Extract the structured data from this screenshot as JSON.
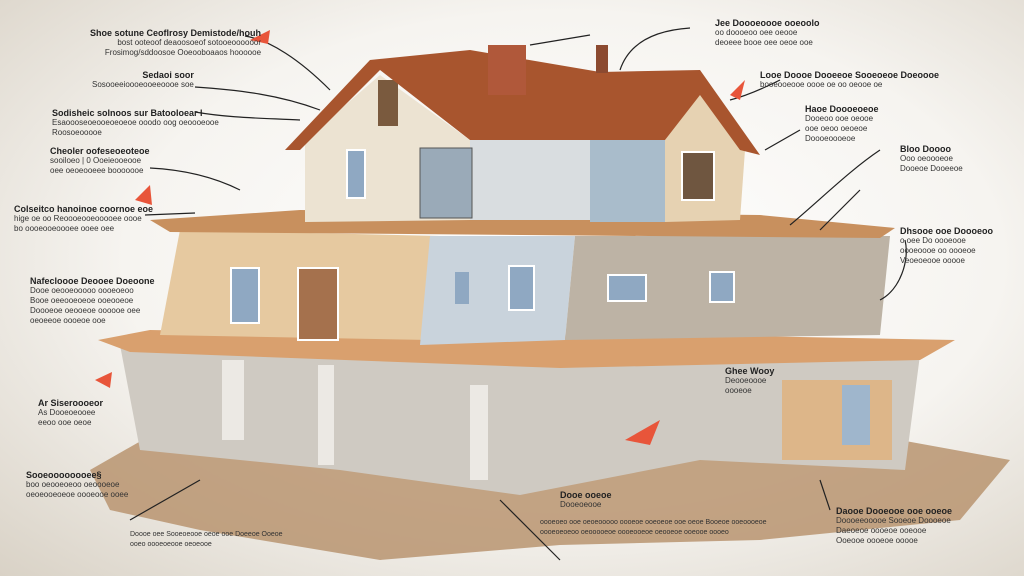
{
  "colors": {
    "roof": "#a8552e",
    "siding": "#e6d2b2",
    "wall_blue": "#a9bccb",
    "floor": "#d9a06e",
    "ground": "#b89470",
    "accent": "#e8553a",
    "line": "#222222"
  },
  "labels": [
    {
      "id": "l1",
      "title": "Shoe sotune Ceoflrosy Demistode/houh",
      "lines": [
        "bost ooteoof deaoosoeof sotooeoooooor",
        "Frosimog/sddoosoe Ooeooboaaos hoooooe"
      ]
    },
    {
      "id": "l2",
      "title": "Sedaoi soor",
      "lines": [
        "Sosooeeioooeooeeoooe soe"
      ]
    },
    {
      "id": "l3",
      "title": "Sodisheic solnoos sur Batooloear l",
      "lines": [
        "Esaoooseoeooeoeoeoe ooodo oog oeoooeooe",
        "Roosoeooooe"
      ]
    },
    {
      "id": "l4",
      "title": "Cheoler oofeseoeoteoe",
      "lines": [
        "sooiloeo | 0 Ooeieooeooe",
        "oee oeoeooeee booooooe"
      ]
    },
    {
      "id": "l5",
      "title": "Colseitco hanoinoe coornoe eoe",
      "lines": [
        "hige oe oo Reoooeooeooooee oooe",
        "bo oooeooeoooee ooee oee"
      ]
    },
    {
      "id": "l6",
      "title": "Nafecloooe Deooee Doeoone",
      "lines": [
        "Dooe oeooeooooo oooeoeoo",
        "Booe oeeooeoeoe ooeooeoe",
        "Doooeoe oeooeoe oooooe oee",
        "oeoeeoe oooeoe ooe"
      ]
    },
    {
      "id": "l7",
      "title": "Ar Siseroooeor",
      "lines": [
        "As Dooeoeooee",
        "eeoo ooe oeoe"
      ]
    },
    {
      "id": "l8",
      "title": "Sooeoooooooee§",
      "lines": [
        "boo oeooeoeoo oeoooeoe",
        "oeoeooeoeoe oooeooe ooee"
      ]
    },
    {
      "id": "l9",
      "title": "Jee Doooeoooe ooeoolo",
      "lines": [
        "oo doooeoo oee oeooe",
        "deoeee booe oee oeoe ooe"
      ]
    },
    {
      "id": "l10",
      "title": "Looe Doooe Dooeeoe Sooeoeoe Doeoooe",
      "lines": [
        "booeooeooe oooe oe oo oeooe oe"
      ]
    },
    {
      "id": "l11",
      "title": "Haoe Doooeoeoe",
      "lines": [
        "Dooeoo ooe oeooe",
        "ooe oeoo oeoeoe",
        "Doooeoooeoe"
      ]
    },
    {
      "id": "l12",
      "title": "Bloo Doooo",
      "lines": [
        "Ooo oeoooeoe",
        "Dooeoe Dooeeoe"
      ]
    },
    {
      "id": "l13",
      "title": "Dhsooe ooe Doooeoo",
      "lines": [
        "o oee Do oooeooe",
        "oooeoooe oo oooeoe",
        "Veoeoeooe ooooe"
      ]
    },
    {
      "id": "l14",
      "title": "Daooe Dooeooe ooe ooeoe",
      "lines": [
        "Doooeeooooe Sooeoe Doooeoe",
        "Daeoeoe oooeoe ooeooe",
        "Ooeooe oooeoe ooooe"
      ]
    },
    {
      "id": "l15",
      "title": "Dooe ooeoe",
      "lines": [
        "Dooeoeooe"
      ]
    },
    {
      "id": "l16",
      "title": "Ghee Wooy",
      "lines": [
        "Deooeoooe",
        "oooeoe"
      ]
    },
    {
      "id": "l17",
      "title": "",
      "lines": [
        "oooeoeo ooe oeoeooooo oooeoe ooeoeoe ooe oeoe Booeoe ooeoooeoe",
        "oooeoeoeoo oeooooeoe oooeooeoe oeooeoe ooeooe oooeo"
      ]
    },
    {
      "id": "l18",
      "title": "",
      "lines": [
        "Doooe oee Sooeoeooe oeoe ooe Doeeoe Ooeoe",
        "ooeo oooeoeooe oeoeooe"
      ]
    }
  ]
}
